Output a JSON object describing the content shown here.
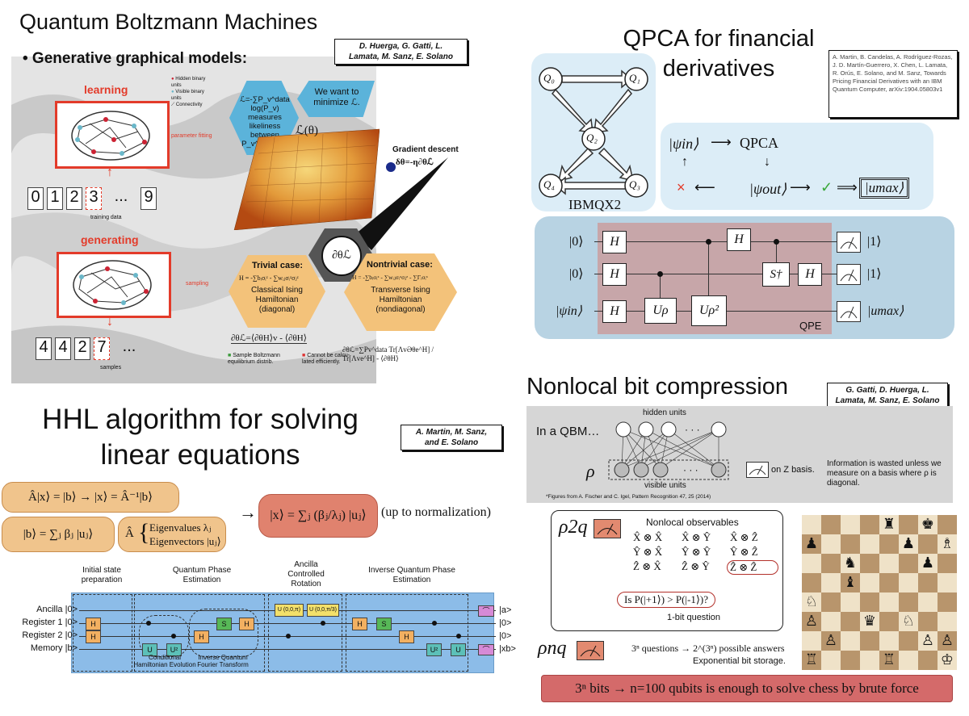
{
  "qbm": {
    "title": "Quantum Boltzmann Machines",
    "bullet": "• Generative graphical models:",
    "authors_line1": "D. Huerga, G. Gatti, L.",
    "authors_line2": "Lamata, M. Sanz, E. Solano",
    "learning": "learning",
    "generating": "generating",
    "legend_hidden": "Hidden binary units",
    "legend_visible": "Visible binary units",
    "legend_conn": "Connectivity",
    "parameter_fitting": "parameter fitting",
    "sampling": "sampling",
    "training_digits": [
      "0",
      "1",
      "2",
      "3",
      "...",
      "9"
    ],
    "training_label": "training data",
    "sample_digits": [
      "4",
      "4",
      "2",
      "7",
      "..."
    ],
    "samples_label": "samples",
    "loss_text": "ℒ=-∑P_v^data log(P_v) measures likeliness between P_v^data and P_v.",
    "minimize_text": "We want to minimize ℒ.",
    "loss_symbol": "ℒ(θ)",
    "gradient_title": "Gradient descent",
    "gradient_eq": "δθ=-η∂θℒ",
    "grad_symbol": "∂θℒ",
    "trivial_title": "Trivial case:",
    "trivial_eq": "H = -∑bᵢσᵢᶻ - ∑wᵢⱼσᵢᶻσⱼᶻ",
    "trivial_desc": "Classical Ising Hamiltonian (diagonal)",
    "nontrivial_title": "Nontrivial case:",
    "nontrivial_eq": "H = -∑bᵢσᵢᶻ - ∑wᵢⱼσᵢᶻσⱼᶻ - ∑Γᵢσᵢˣ",
    "nontrivial_desc": "Transverse Ising Hamiltonian (nondiagonal)",
    "trivial_grad": "∂θℒ=⟨∂θH⟩v - ⟨∂θH⟩",
    "nontrivial_grad": "∂θℒ=∑Pv^data Tr[ΛvƏθe^H] / Tr[Λve^H] - ⟨∂θH⟩",
    "note_green": "Sample Boltzmann equilibrium distrib.",
    "note_red": "Cannot be calcu-lated efficiently."
  },
  "qpca": {
    "title_line1": "QPCA for financial",
    "title_line2": "derivatives",
    "citation": "A. Martin, B. Candelas, A. Rodríguez-Rozas, J. D. Martín-Guerrero, X. Chen, L. Lamata, R. Orús, E. Solano, and M. Sanz, Towards Pricing Financial Derivatives with an IBM Quantum Computer, arXiv:1904.05803v1",
    "qubits": [
      "Q₀",
      "Q₁",
      "Q₂",
      "Q₃",
      "Q₄"
    ],
    "device": "IBMQX2",
    "psi_in": "|ψin⟩",
    "qpca": "QPCA",
    "psi_out": "|ψout⟩",
    "cross": "×",
    "check": "✓",
    "u_max": "|umax⟩",
    "ket0a": "|0⟩",
    "ket0b": "|0⟩",
    "psi_in_circ": "|ψin⟩",
    "out1": "|1⟩",
    "out2": "|1⟩",
    "out3": "|umax⟩",
    "gate_H": "H",
    "gate_Sdag": "S†",
    "gate_Urho": "Uρ",
    "gate_Urho2": "Uρ²",
    "qpe": "QPE"
  },
  "hhl": {
    "title_line1": "HHL algorithm for solving",
    "title_line2": "linear equations",
    "authors_line1": "A. Martin, M. Sanz,",
    "authors_line2": "and E. Solano",
    "eq1": "Â|x⟩ = |b⟩ → |x⟩ = Â⁻¹|b⟩",
    "eq2": "|b⟩ = ∑ⱼ βⱼ |uⱼ⟩",
    "eq3_op": "Â",
    "eq3_eig": "Eigenvalues λⱼ",
    "eq3_vec": "Eigenvectors |uⱼ⟩",
    "arrow": "→",
    "eq_result": "|x⟩ = ∑ⱼ (βⱼ/λⱼ) |uⱼ⟩",
    "up_to_norm": "(up to normalization)",
    "stage1": "Initial state preparation",
    "stage2": "Quantum Phase Estimation",
    "stage3": "Ancilla Controlled Rotation",
    "stage4": "Inverse Quantum Phase Estimation",
    "reg_ancilla": "Ancilla |0>",
    "reg_r1": "Register 1 |0>",
    "reg_r2": "Register 2 |0>",
    "reg_mem": "Memory |b>",
    "out_a": "|a>",
    "out_0a": "|0>",
    "out_0b": "|0>",
    "out_x": "|xb>",
    "cond_ham": "Conditional Hamiltonian Evolution",
    "inv_qft": "Inverse Quantum Fourier Transform",
    "rot1": "U (0,0,π)",
    "rot2": "U (0,0,π/3)",
    "g_H": "H",
    "g_S": "S",
    "g_U": "U",
    "g_U2": "U²"
  },
  "nbc": {
    "title": "Nonlocal bit compression",
    "authors_line1": "G. Gatti, D. Huerga, L.",
    "authors_line2": "Lamata, M. Sanz, E. Solano",
    "in_qbm": "In a QBM…",
    "hidden_units": "hidden units",
    "visible_units": "visible units",
    "rho": "ρ",
    "on_z": "on Z basis.",
    "info_wasted": "Information is wasted unless we measure on a basis where ρ is diagonal.",
    "fig_cite": "*Figures from A. Fischer and C. Igel, Pattern Recognition 47, 25 (2014)",
    "rho_2q": "ρ2q",
    "nonlocal_obs": "Nonlocal observables",
    "obs": [
      "X̂ ⊗ X̂",
      "X̂ ⊗ Ŷ",
      "X̂ ⊗ Ẑ",
      "Ŷ ⊗ X̂",
      "Ŷ ⊗ Ŷ",
      "Ŷ ⊗ Ẑ",
      "Ẑ ⊗ X̂",
      "Ẑ ⊗ Ŷ",
      "Ẑ ⊗ Ẑ"
    ],
    "question": "Is P(|+1⟩) > P(|-1⟩)?",
    "one_bit": "1-bit question",
    "rho_nq": "ρnq",
    "nq_line1": "3ⁿ questions  → 2^(3ⁿ) possible answers",
    "nq_line2": "Exponential bit storage.",
    "banner": "3ⁿ bits → n=100 qubits is enough to solve chess by brute force"
  }
}
